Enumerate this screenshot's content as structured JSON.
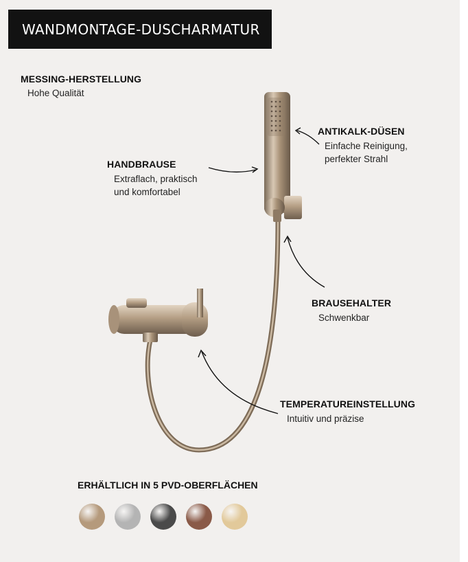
{
  "title": "WANDMONTAGE-DUSCHARMATUR",
  "features": {
    "messing": {
      "heading": "MESSING-HERSTELLUNG",
      "desc": "Hohe Qualität"
    },
    "antikalk": {
      "heading": "ANTIKALK-DÜSEN",
      "desc_line1": "Einfache Reinigung,",
      "desc_line2": "perfekter Strahl"
    },
    "handbrause": {
      "heading": "HANDBRAUSE",
      "desc_line1": "Extraflach, praktisch",
      "desc_line2": "und komfortabel"
    },
    "brausehalter": {
      "heading": "BRAUSEHALTER",
      "desc": "Schwenkbar"
    },
    "temperatur": {
      "heading": "TEMPERATUREINSTELLUNG",
      "desc": "Intuitiv und präzise"
    }
  },
  "finishes": {
    "heading": "ERHÄLTLICH IN 5 PVD-OBERFLÄCHEN",
    "colors": [
      "#b59a7c",
      "#b4b4b4",
      "#4a4a4a",
      "#8a5a48",
      "#e2c99a"
    ]
  }
}
